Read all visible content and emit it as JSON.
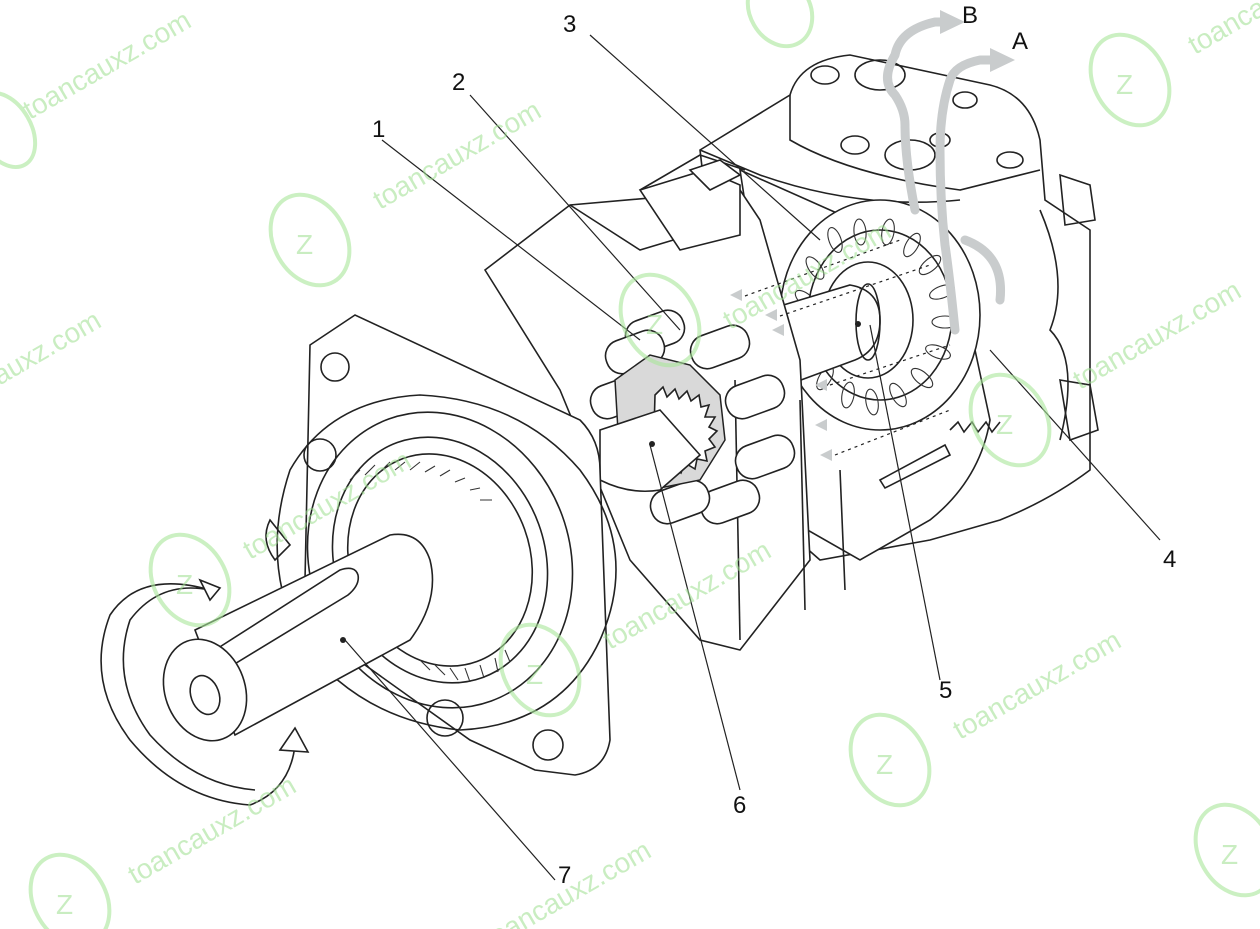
{
  "callouts": {
    "n1": "1",
    "n2": "2",
    "n3": "3",
    "n4": "4",
    "n5": "5",
    "n6": "6",
    "n7": "7"
  },
  "ports": {
    "a": "A",
    "b": "B"
  },
  "watermark": {
    "text": "toancauxz.com",
    "logo_letter": "Z",
    "color": "#9ee08f"
  },
  "colors": {
    "line": "#222222",
    "flow_arrow": "#c9cccd",
    "part_fill": "#d9d9d9"
  }
}
